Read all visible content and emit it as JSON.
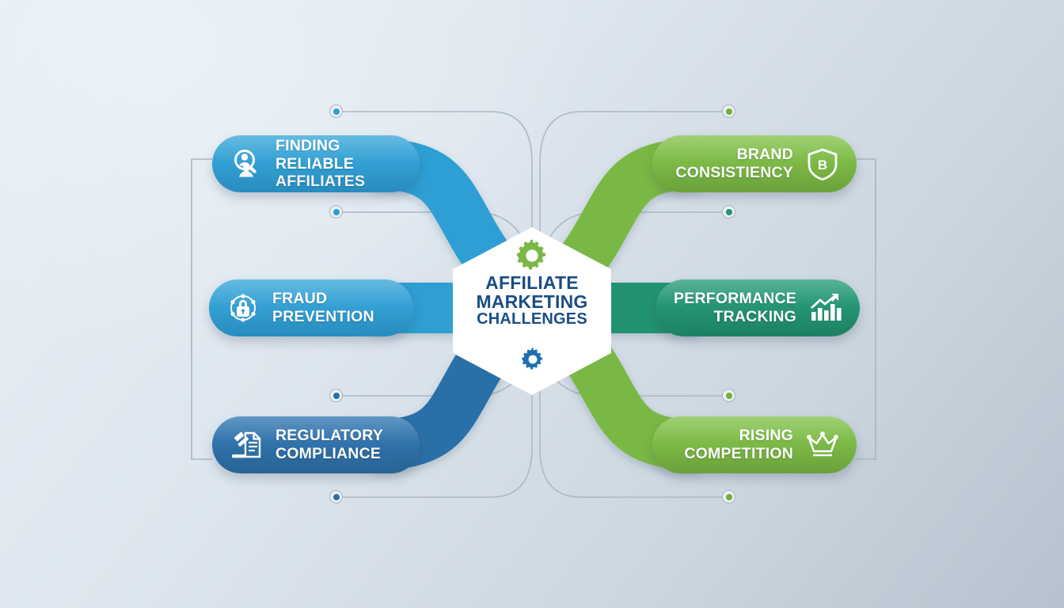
{
  "diagram": {
    "center": {
      "line1": "AFFILIATE",
      "line2": "MARKETING",
      "line3": "CHALLENGES",
      "text_color": "#1a4e86",
      "fill": "#ffffff",
      "gear_top_color": "#7ab845",
      "gear_bottom_color": "#1f6fae"
    },
    "branches_left": [
      {
        "label": "FINDING RELIABLE\nAFFILIATES",
        "icon": "person-search-icon",
        "color": "#2e9fd4",
        "ribbon_color": "#2e9fd4",
        "dot_color": "#2e9fd4"
      },
      {
        "label": "FRAUD\nPREVENTION",
        "icon": "network-lock-icon",
        "color": "#2f9ed3",
        "ribbon_color": "#2f9ed3",
        "dot_color": "#2e9fd4"
      },
      {
        "label": "REGULATORY\nCOMPLIANCE",
        "icon": "gavel-document-icon",
        "color": "#2b6fa8",
        "ribbon_color": "#2b6fa8",
        "dot_color": "#2b6fa8"
      }
    ],
    "branches_right": [
      {
        "label": "BRAND\nCONSISTIENCY",
        "icon": "shield-b-icon",
        "color": "#7ab845",
        "ribbon_color": "#7ab845",
        "dot_color": "#6fb13c"
      },
      {
        "label": "PERFORMANCE\nTRACKING",
        "icon": "bar-chart-growth-icon",
        "color": "#239372",
        "ribbon_color": "#239372",
        "dot_color": "#239372"
      },
      {
        "label": "RISING\nCOMPETITION",
        "icon": "crown-icon",
        "color": "#7ab845",
        "ribbon_color": "#7ab845",
        "dot_color": "#6fb13c"
      }
    ],
    "brackets": {
      "left_name": "left-group-bracket",
      "right_name": "right-group-bracket",
      "color": "#aab5c0"
    },
    "guide_line_color": "#aeb8c2",
    "background": {
      "from": "#e7eff6",
      "to": "#b6c2ce"
    }
  }
}
